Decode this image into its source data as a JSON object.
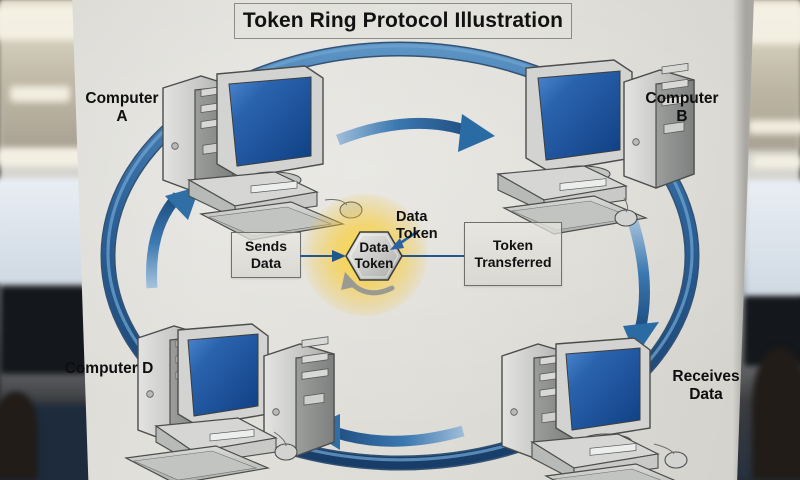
{
  "scene": {
    "surface": "presentation-board",
    "background": "blurred office interior"
  },
  "title": {
    "text": "Token Ring Protocol Illustration"
  },
  "nodes": [
    {
      "id": "computer-a",
      "label": "Computer\nA",
      "position": "top-left"
    },
    {
      "id": "computer-b",
      "label": "Computer\nB",
      "position": "top-right"
    },
    {
      "id": "computer-d",
      "label": "Computer D",
      "position": "bottom-left"
    },
    {
      "id": "computer-receives",
      "label": "Receives\nData",
      "position": "bottom-right"
    }
  ],
  "center": {
    "sends_box": "Sends\nData",
    "token_label": "Data\nToken",
    "token_callout": "Data\nToken",
    "transferred_box": "Token\nTransferred"
  },
  "ring": {
    "direction": "clockwise",
    "arrows": [
      {
        "id": "arrow-top",
        "points": "right"
      },
      {
        "id": "arrow-right",
        "points": "down"
      },
      {
        "id": "arrow-bottom",
        "points": "left"
      },
      {
        "id": "arrow-left",
        "points": "up"
      }
    ]
  },
  "colors": {
    "ring_blue": "#2f6196",
    "ring_blue_dark": "#1d4370",
    "arrow_blue": "#3a76ae",
    "token_glow": "#f5c22a",
    "board": "#dcdbd6",
    "text": "#111111",
    "screen_blue": "#1f5fae"
  }
}
